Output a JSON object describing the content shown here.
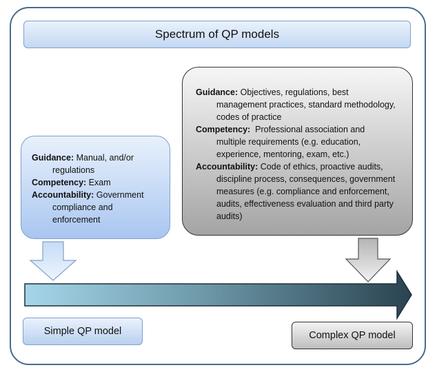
{
  "title": "Spectrum of QP models",
  "simple_model": {
    "label": "Simple QP model",
    "guidance": {
      "label": "Guidance:",
      "first": " Manual, and/or",
      "rest": "regulations"
    },
    "competency": {
      "label": "Competency:",
      "text": " Exam"
    },
    "accountability": {
      "label": "Accountability:",
      "first": " Government",
      "rest": "compliance and enforcement"
    }
  },
  "complex_model": {
    "label": "Complex QP model",
    "guidance": {
      "label": "Guidance:",
      "first": " Objectives, regulations, best",
      "rest": "management practices, standard methodology, codes of practice"
    },
    "competency": {
      "label": "Competency:",
      "first": "  Professional association and",
      "rest": "multiple requirements (e.g. education, experience, mentoring, exam, etc.)"
    },
    "accountability": {
      "label": "Accountability:",
      "first": " Code of ethics, proactive audits,",
      "rest": "discipline process, consequences, government measures (e.g. compliance and enforcement, audits, effectiveness evaluation and third party audits)"
    }
  },
  "colors": {
    "simple_fill": "#a9c6f0",
    "complex_fill": "#a4a4a4",
    "arrow_start": "#a6d6ea",
    "arrow_end": "#2b4350",
    "frame_border": "#4a6a8a"
  }
}
